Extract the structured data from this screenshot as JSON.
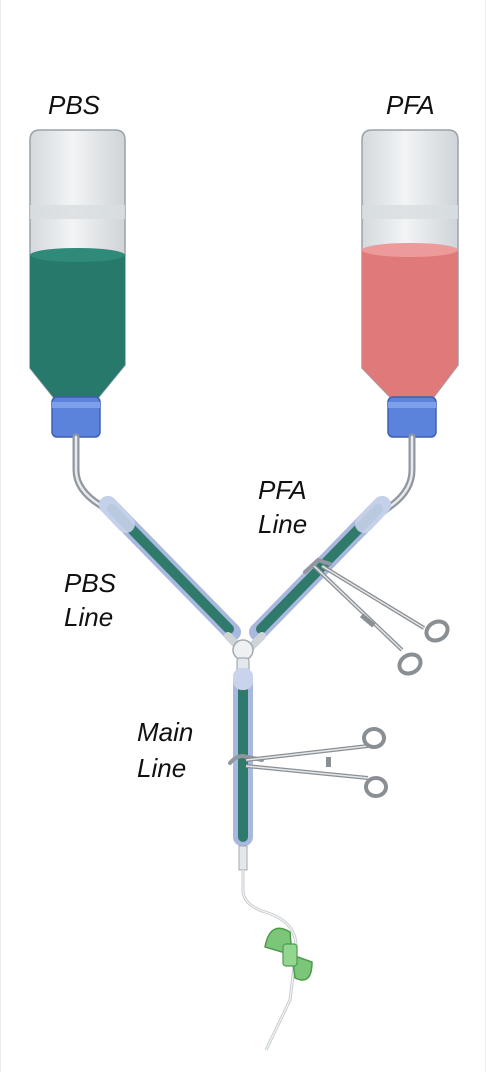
{
  "labels": {
    "pbs_bottle": "PBS",
    "pfa_bottle": "PFA",
    "pbs_line": [
      "PBS",
      "Line"
    ],
    "pfa_line": [
      "PFA",
      "Line"
    ],
    "main_line": [
      "Main",
      "Line"
    ]
  },
  "colors": {
    "pbs_liquid": "#27796b",
    "pfa_liquid": "#e07a7a",
    "bottle_glass": "#e6e9ec",
    "bottle_cap": "#5b83dc",
    "tube_fill": "#2f7a6a",
    "tube_sleeve": "#a9b8de",
    "butterfly_needle": "#7cc67a"
  },
  "icons": {
    "clamp": "hemostat-clamp-icon",
    "needle": "butterfly-needle-icon",
    "connector": "y-connector-icon"
  }
}
